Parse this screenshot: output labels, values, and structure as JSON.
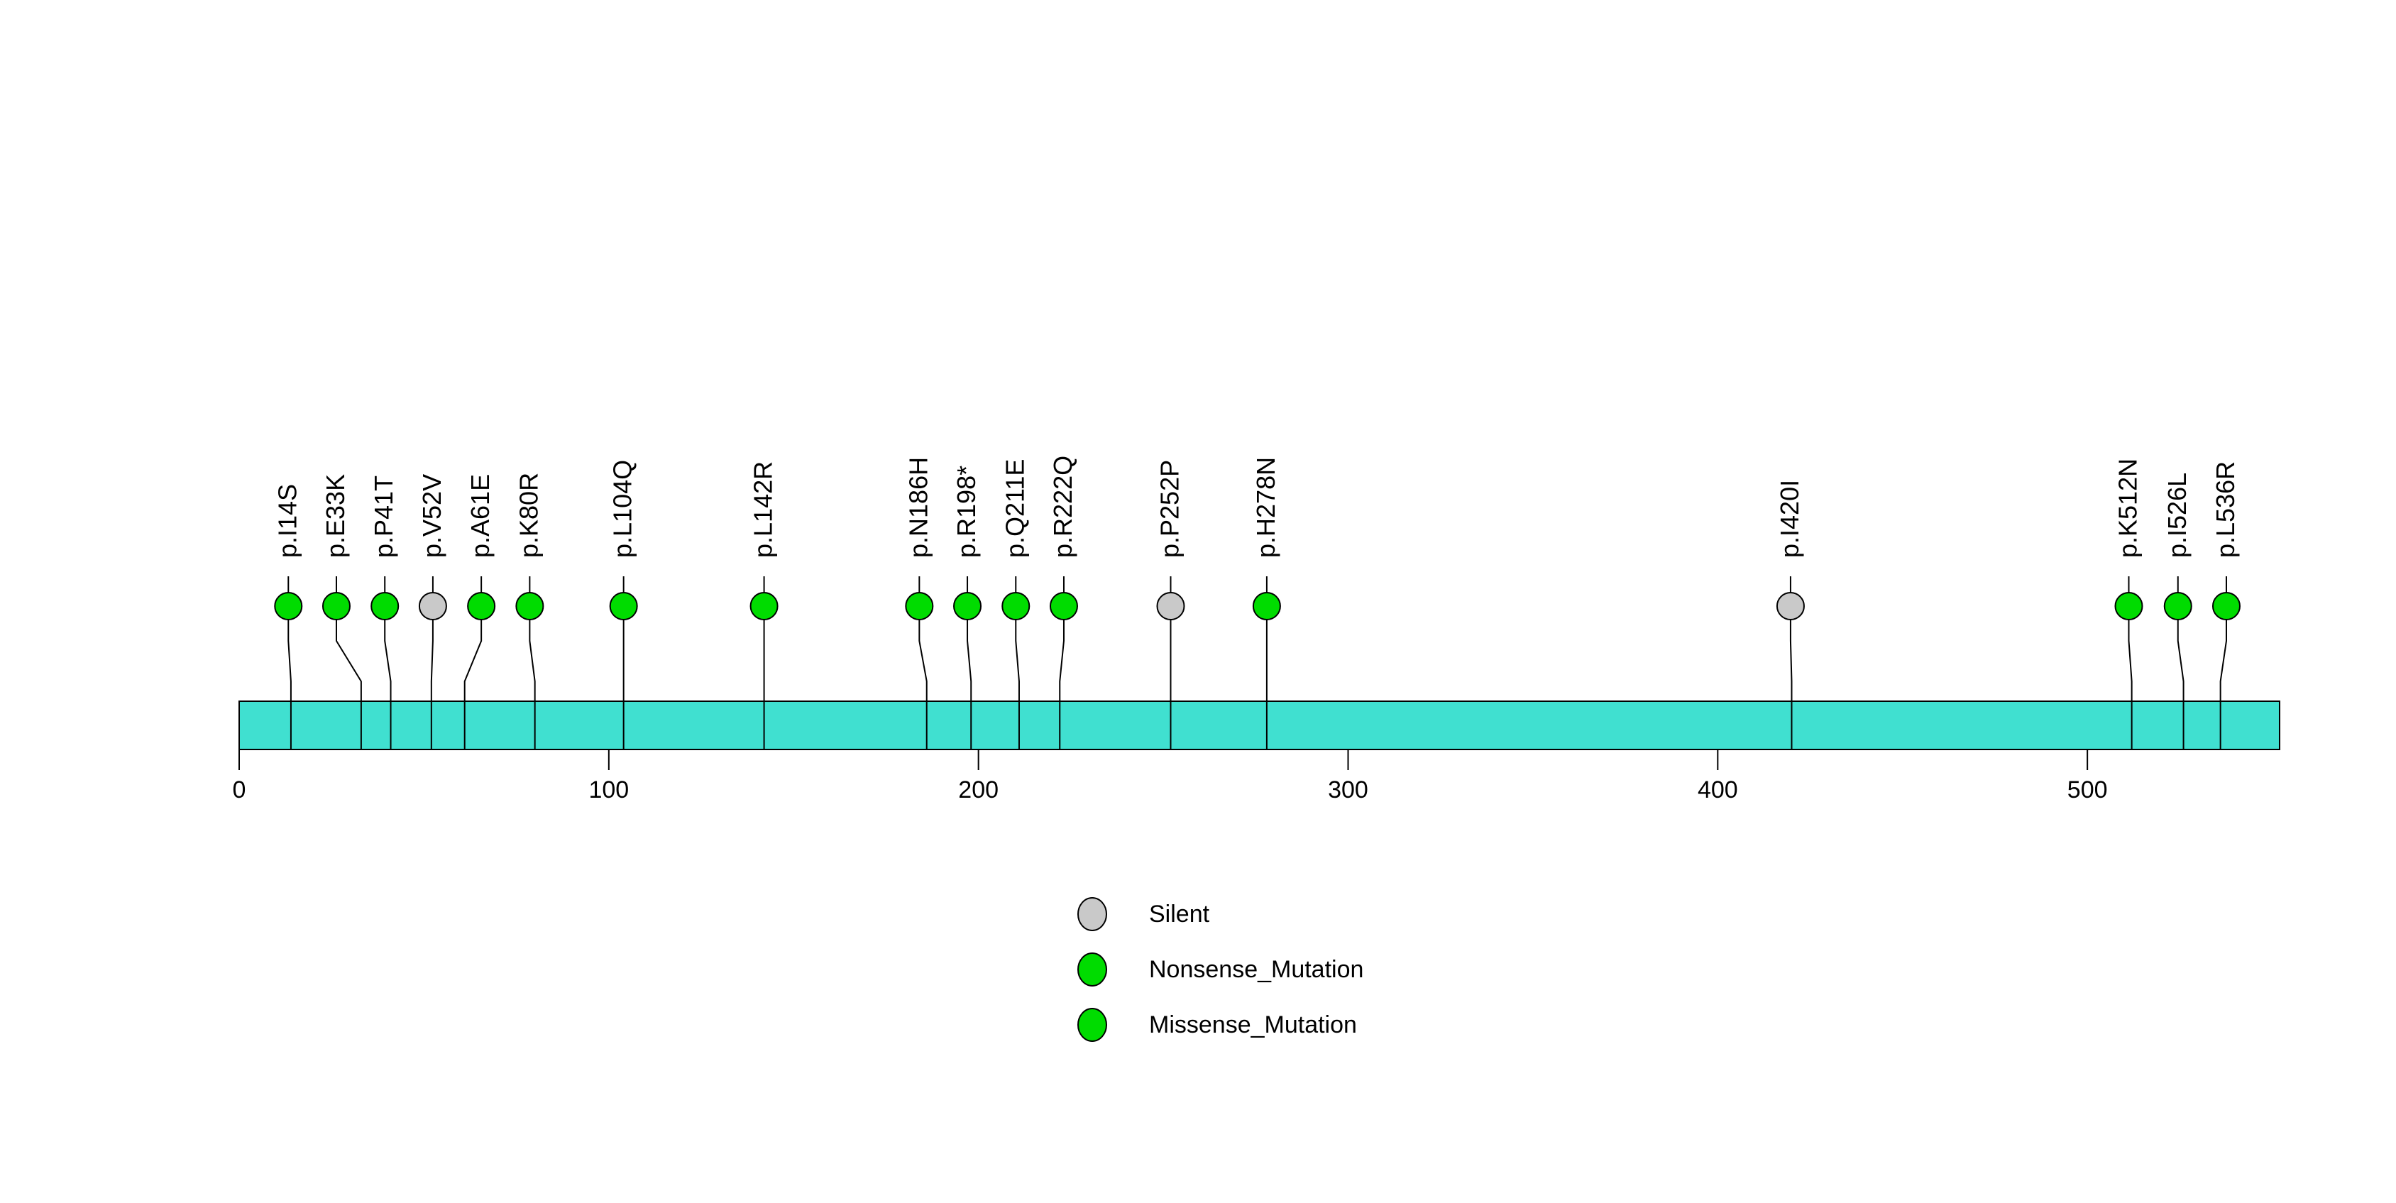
{
  "chart_data": {
    "type": "lollipop",
    "title": "",
    "xlabel": "",
    "ylabel": "",
    "grid": false,
    "xlim": [
      0,
      552
    ],
    "axis_ticks": [
      0,
      100,
      200,
      300,
      400,
      500
    ],
    "protein_bar": {
      "start": 0,
      "end": 552,
      "color": "#40E0D0",
      "border_color": "#000000"
    },
    "marker_colors": {
      "Silent": "#C9C9C9",
      "Nonsense_Mutation": "#00DC00",
      "Missense_Mutation": "#00DC00"
    },
    "mutations": [
      {
        "label": "p.I14S",
        "pos": 14,
        "label_pos": 13.3,
        "type": "Missense_Mutation"
      },
      {
        "label": "p.E33K",
        "pos": 33,
        "label_pos": 26.3,
        "type": "Missense_Mutation"
      },
      {
        "label": "p.P41T",
        "pos": 41,
        "label_pos": 39.4,
        "type": "Missense_Mutation"
      },
      {
        "label": "p.V52V",
        "pos": 52,
        "label_pos": 52.4,
        "type": "Silent"
      },
      {
        "label": "p.A61E",
        "pos": 61,
        "label_pos": 65.5,
        "type": "Missense_Mutation"
      },
      {
        "label": "p.K80R",
        "pos": 80,
        "label_pos": 78.6,
        "type": "Missense_Mutation"
      },
      {
        "label": "p.L104Q",
        "pos": 104,
        "label_pos": 104,
        "type": "Missense_Mutation"
      },
      {
        "label": "p.L142R",
        "pos": 142,
        "label_pos": 142,
        "type": "Missense_Mutation"
      },
      {
        "label": "p.N186H",
        "pos": 186,
        "label_pos": 184.0,
        "type": "Missense_Mutation"
      },
      {
        "label": "p.R198*",
        "pos": 198,
        "label_pos": 197.0,
        "type": "Nonsense_Mutation"
      },
      {
        "label": "p.Q211E",
        "pos": 211,
        "label_pos": 210.1,
        "type": "Missense_Mutation"
      },
      {
        "label": "p.R222Q",
        "pos": 222,
        "label_pos": 223.1,
        "type": "Missense_Mutation"
      },
      {
        "label": "p.P252P",
        "pos": 252,
        "label_pos": 252,
        "type": "Silent"
      },
      {
        "label": "p.H278N",
        "pos": 278,
        "label_pos": 278,
        "type": "Missense_Mutation"
      },
      {
        "label": "p.I420I",
        "pos": 420,
        "label_pos": 419.7,
        "type": "Silent"
      },
      {
        "label": "p.K512N",
        "pos": 512,
        "label_pos": 511.2,
        "type": "Missense_Mutation"
      },
      {
        "label": "p.I526L",
        "pos": 526,
        "label_pos": 524.5,
        "type": "Missense_Mutation"
      },
      {
        "label": "p.L536R",
        "pos": 536,
        "label_pos": 537.6,
        "type": "Missense_Mutation"
      }
    ],
    "legend": [
      {
        "label": "Silent",
        "color": "#C9C9C9"
      },
      {
        "label": "Nonsense_Mutation",
        "color": "#00DC00"
      },
      {
        "label": "Missense_Mutation",
        "color": "#00DC00"
      }
    ],
    "legend_position": "bottom-center"
  }
}
